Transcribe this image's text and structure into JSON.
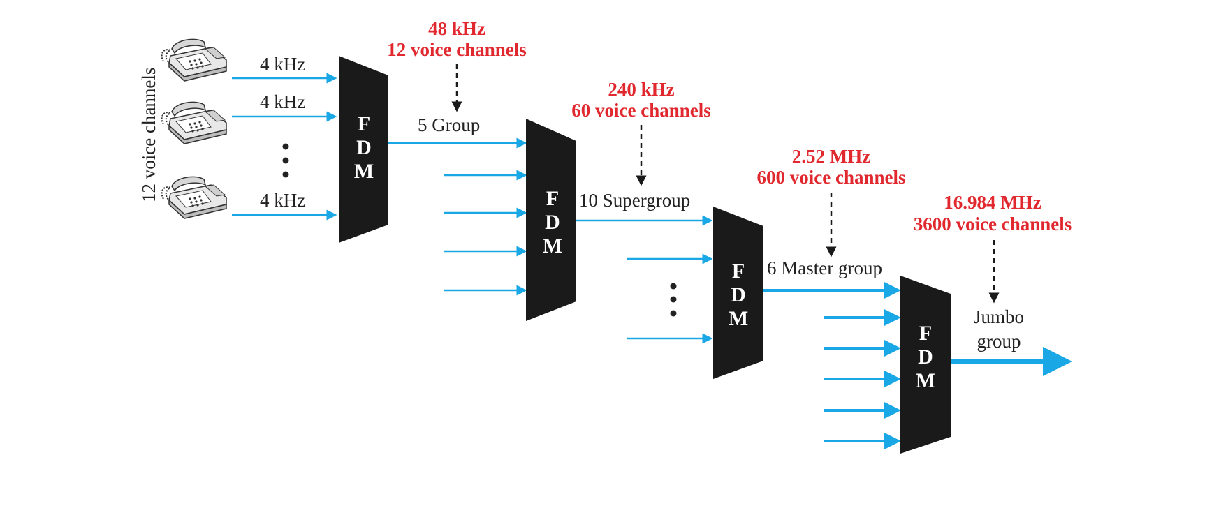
{
  "colors": {
    "arrow": "#1aa7e6",
    "annotation": "#e0282e",
    "box": "#1a1a1a",
    "text": "#222222",
    "fdm_text": "#ffffff"
  },
  "icons": [
    "telephone-icon"
  ],
  "stage1": {
    "side_label": "12 voice channels",
    "input_labels": [
      "4 kHz",
      "4 kHz",
      "4 kHz"
    ],
    "output_label": "5 Group"
  },
  "stage2": {
    "output_label": "10 Supergroup"
  },
  "stage3": {
    "output_label": "6 Master group"
  },
  "stage4": {
    "output_label_line1": "Jumbo",
    "output_label_line2": "group"
  },
  "fdm": {
    "line1": "F",
    "line2": "D",
    "line3": "M"
  },
  "annotations": [
    {
      "line1": "48 kHz",
      "line2": "12 voice channels"
    },
    {
      "line1": "240 kHz",
      "line2": "60 voice channels"
    },
    {
      "line1": "2.52 MHz",
      "line2": "600 voice channels"
    },
    {
      "line1": "16.984 MHz",
      "line2": "3600 voice channels"
    }
  ]
}
